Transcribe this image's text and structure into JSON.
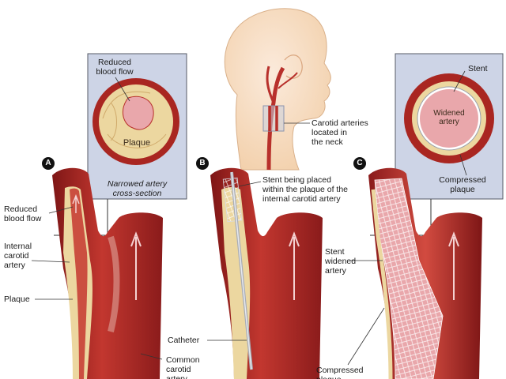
{
  "panels": {
    "a": {
      "letter": "A",
      "inset": {
        "reduced_flow": "Reduced\nblood flow",
        "plaque": "Plaque",
        "caption": "Narrowed artery\ncross-section"
      },
      "labels": {
        "reduced_flow": "Reduced\nblood flow",
        "internal_carotid": "Internal\ncarotid\nartery",
        "plaque": "Plaque"
      }
    },
    "b": {
      "letter": "B",
      "labels": {
        "stent_placed": "Stent being placed\nwithin the plaque of the\ninternal carotid artery",
        "catheter": "Catheter",
        "common_carotid": "Common\ncarotid\nartery"
      }
    },
    "c": {
      "letter": "C",
      "inset": {
        "stent": "Stent",
        "widened": "Widened\nartery",
        "compressed": "Compressed\nplaque"
      },
      "labels": {
        "stent_widened": "Stent\nwidened\nartery",
        "compressed": "Compressed\nplaque"
      }
    }
  },
  "head": {
    "carotid_label": "Carotid arteries\nlocated in\nthe neck"
  },
  "colors": {
    "artery_dark": "#8e1d1d",
    "artery": "#b8302b",
    "artery_light": "#d4574a",
    "plaque": "#ecd7a0",
    "lumen": "#e9a7ab",
    "inset_bg": "#cdd4e6",
    "skin": "#f7e1c8"
  }
}
